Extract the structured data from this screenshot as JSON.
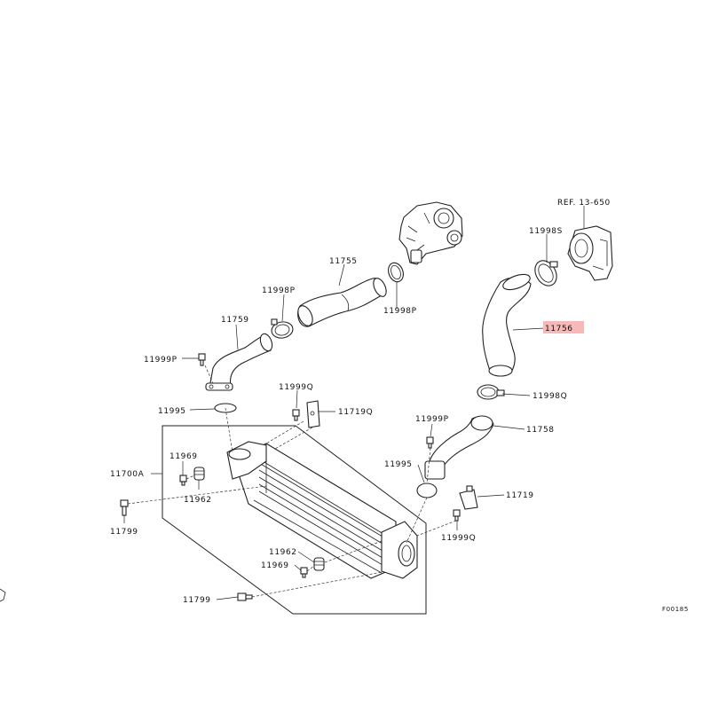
{
  "diagram": {
    "part_labels": {
      "ref_13_650": "REF. 13-650",
      "p11998S": "11998S",
      "p11755": "11755",
      "p11998P_upper": "11998P",
      "p11998P_lower": "11998P",
      "p11759": "11759",
      "p11999P_left": "11999P",
      "p11756": "11756",
      "p11998Q": "11998Q",
      "p11999Q_upper": "11999Q",
      "p11995_left": "11995",
      "p11719Q": "11719Q",
      "p11999P_right": "11999P",
      "p11758": "11758",
      "p11700A": "11700A",
      "p11969_upper": "11969",
      "p11962_upper": "11962",
      "p11995_right": "11995",
      "p11719": "11719",
      "p11799_left": "11799",
      "p11999Q_lower": "11999Q",
      "p11962_lower": "11962",
      "p11969_lower": "11969",
      "p11799_bottom": "11799"
    },
    "figure_code": "F00185",
    "highlight_color": "#f6b8b8"
  }
}
